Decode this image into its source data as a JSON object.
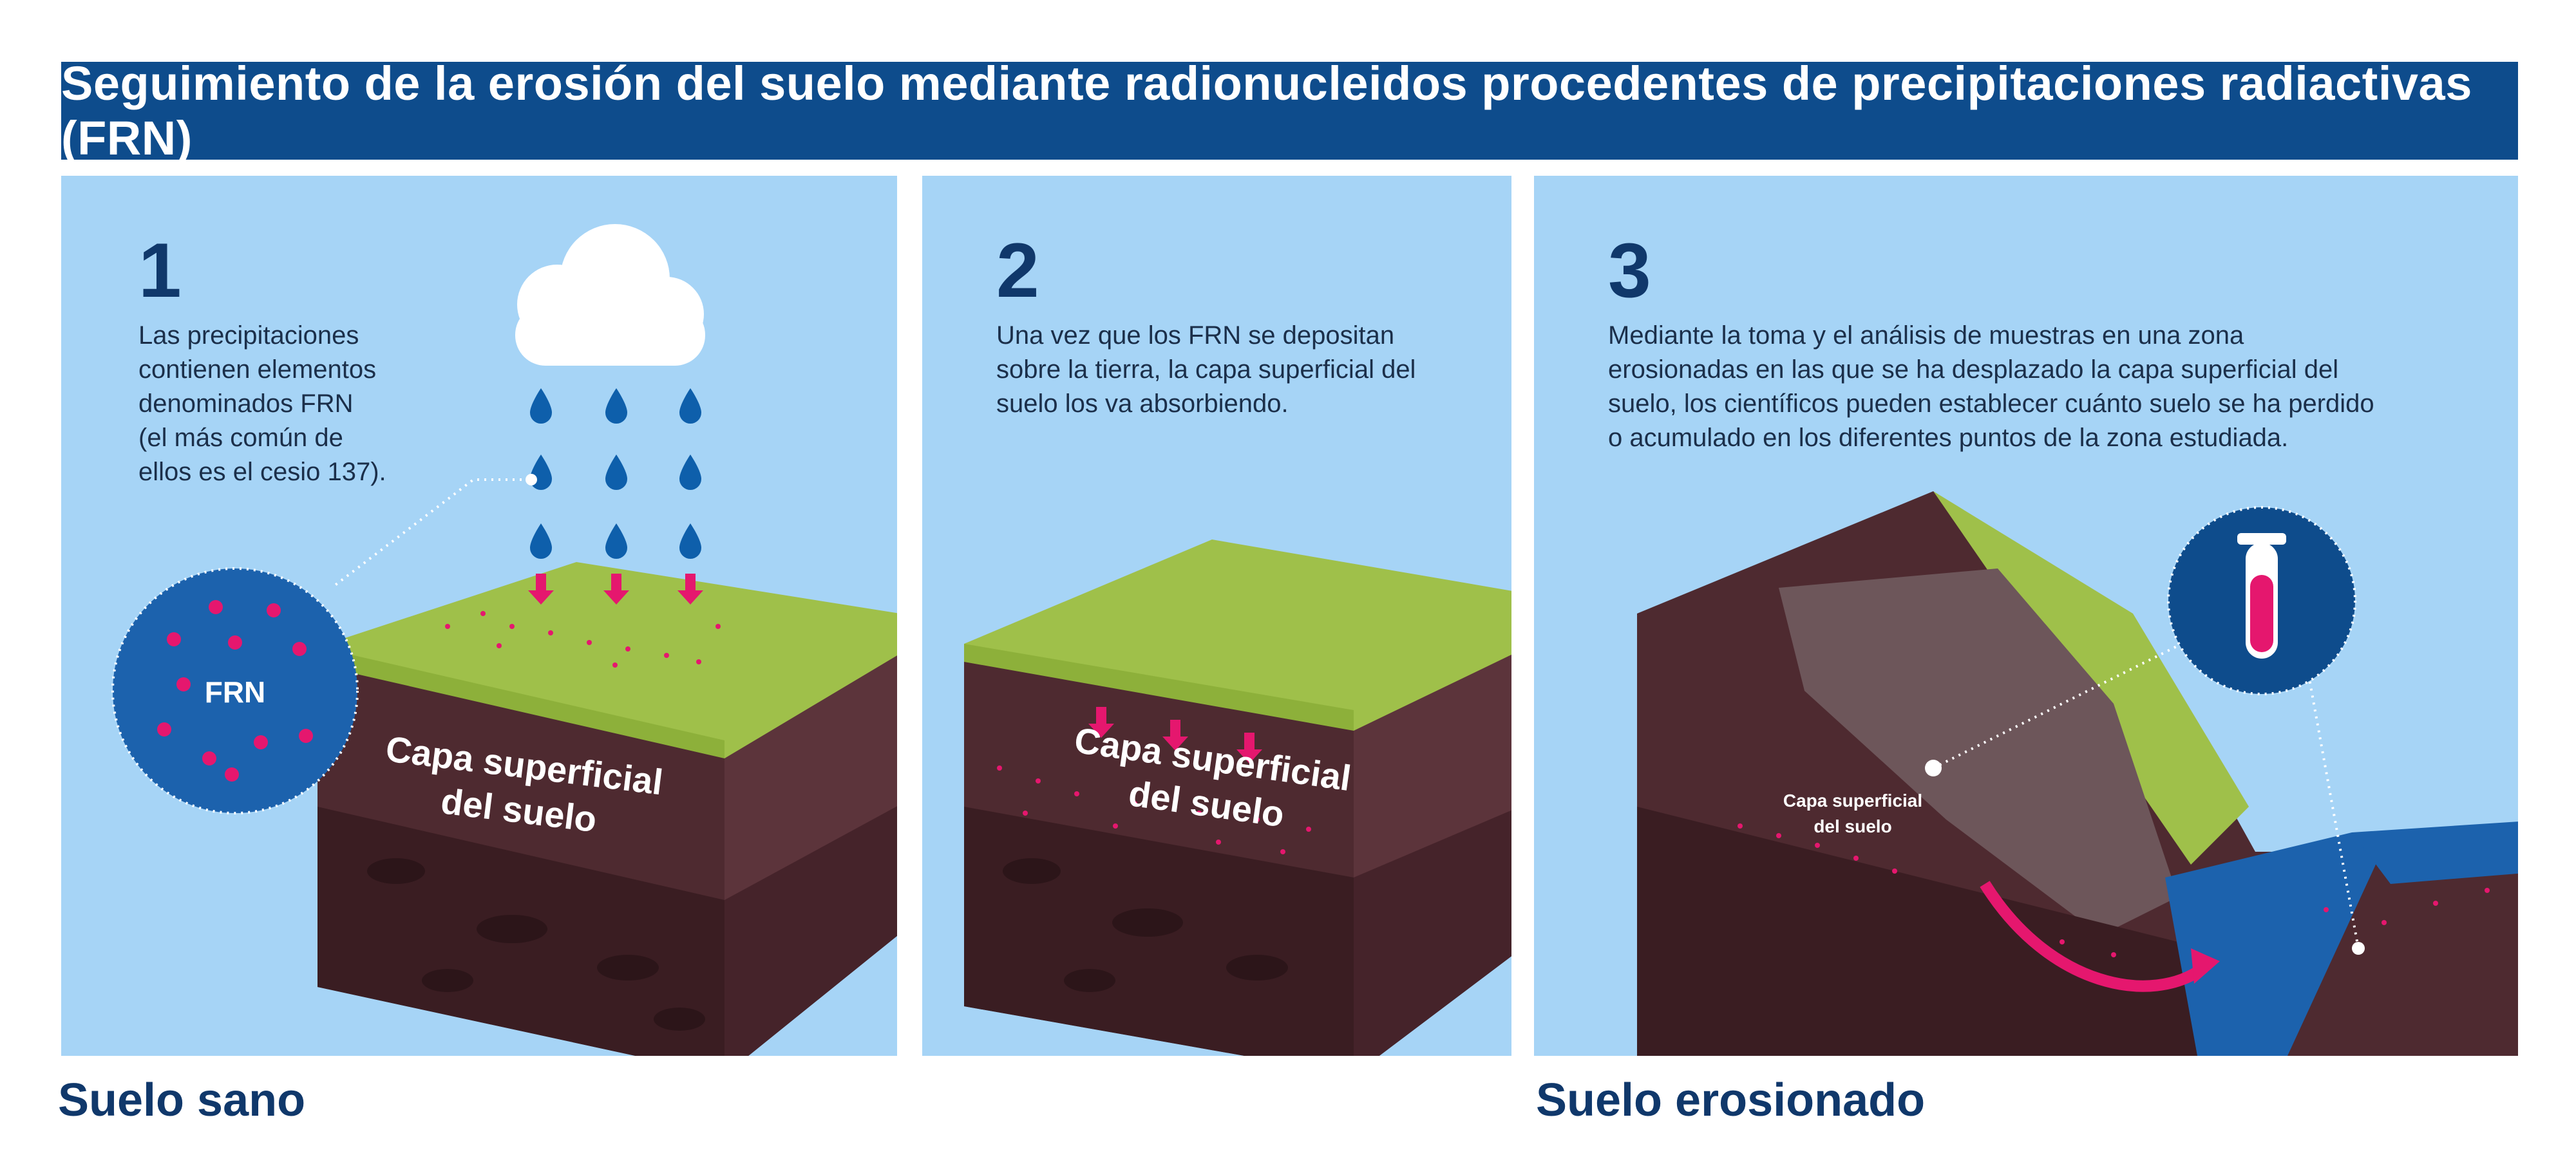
{
  "title": "Seguimiento de la erosión del suelo mediante radionucleidos procedentes de precipitaciones radiactivas (FRN)",
  "panel1": {
    "number": "1",
    "text_lines": [
      "Las precipitaciones",
      "contienen elementos",
      "denominados FRN",
      "(el más común de",
      "ellos es el cesio 137)."
    ],
    "circle_label": "FRN",
    "soil_label_lines": [
      "Capa superficial",
      "del suelo"
    ]
  },
  "panel2": {
    "number": "2",
    "text_lines": [
      "Una vez que los FRN se depositan",
      "sobre la tierra, la capa superficial del",
      "suelo los va absorbiendo."
    ],
    "soil_label_lines": [
      "Capa superficial",
      "del suelo"
    ]
  },
  "panel3": {
    "number": "3",
    "text_lines": [
      "Mediante la toma y el análisis de muestras en una zona",
      "erosionadas en las que se ha desplazado la capa superficial del",
      "suelo, los científicos pueden establecer cuánto suelo se ha perdido",
      "o acumulado en los diferentes puntos de la zona estudiada."
    ],
    "soil_label_lines": [
      "Capa superficial",
      "del suelo"
    ]
  },
  "footer": {
    "left": "Suelo sano",
    "right": "Suelo erosionado"
  },
  "colors": {
    "banner": "#0e4c8c",
    "panel_bg": "#a6d4f6",
    "grass": "#9fc04a",
    "soil_front": "#4e2a30",
    "soil_deep": "#3a1d22",
    "frn_pink": "#e5176e",
    "water": "#1c62ad",
    "drop": "#0e5fab"
  }
}
